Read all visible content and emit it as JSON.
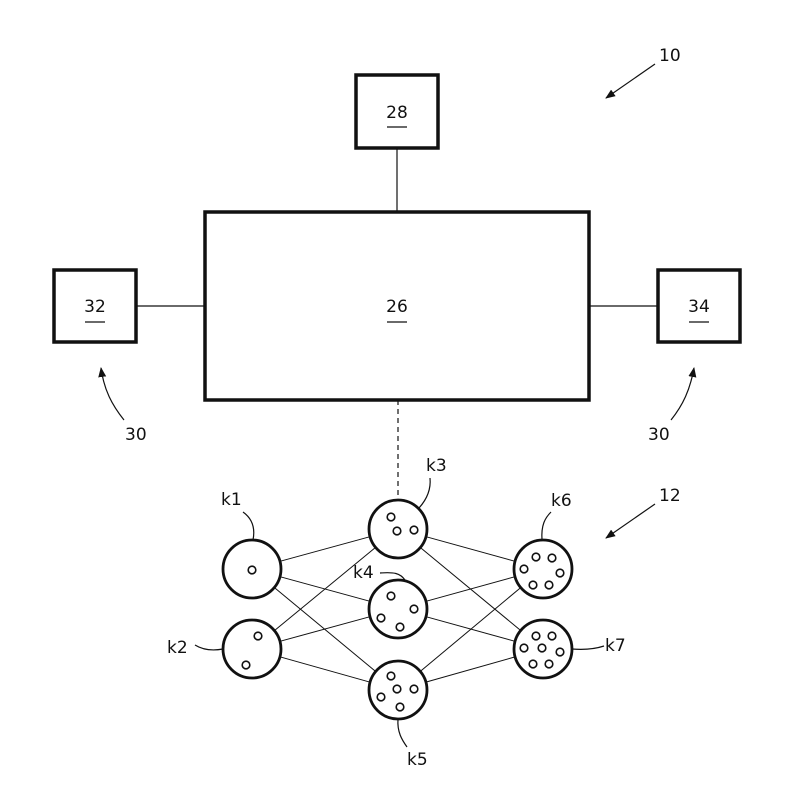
{
  "figure": {
    "system_ref": "10",
    "network_ref": "12",
    "blocks": [
      {
        "id": "main",
        "label": "26"
      },
      {
        "id": "top",
        "label": "28"
      },
      {
        "id": "left",
        "label": "32"
      },
      {
        "id": "right",
        "label": "34"
      }
    ],
    "group_refs": [
      "30",
      "30"
    ],
    "nodes": [
      {
        "id": "k1",
        "label": "k1",
        "dots": 1
      },
      {
        "id": "k2",
        "label": "k2",
        "dots": 2
      },
      {
        "id": "k3",
        "label": "k3",
        "dots": 3
      },
      {
        "id": "k4",
        "label": "k4",
        "dots": 4
      },
      {
        "id": "k5",
        "label": "k5",
        "dots": 5
      },
      {
        "id": "k6",
        "label": "k6",
        "dots": 6
      },
      {
        "id": "k7",
        "label": "k7",
        "dots": 7
      }
    ],
    "edges": [
      [
        "k1",
        "k3"
      ],
      [
        "k1",
        "k4"
      ],
      [
        "k1",
        "k5"
      ],
      [
        "k2",
        "k3"
      ],
      [
        "k2",
        "k4"
      ],
      [
        "k2",
        "k5"
      ],
      [
        "k3",
        "k6"
      ],
      [
        "k3",
        "k7"
      ],
      [
        "k4",
        "k6"
      ],
      [
        "k4",
        "k7"
      ],
      [
        "k5",
        "k6"
      ],
      [
        "k5",
        "k7"
      ]
    ]
  }
}
